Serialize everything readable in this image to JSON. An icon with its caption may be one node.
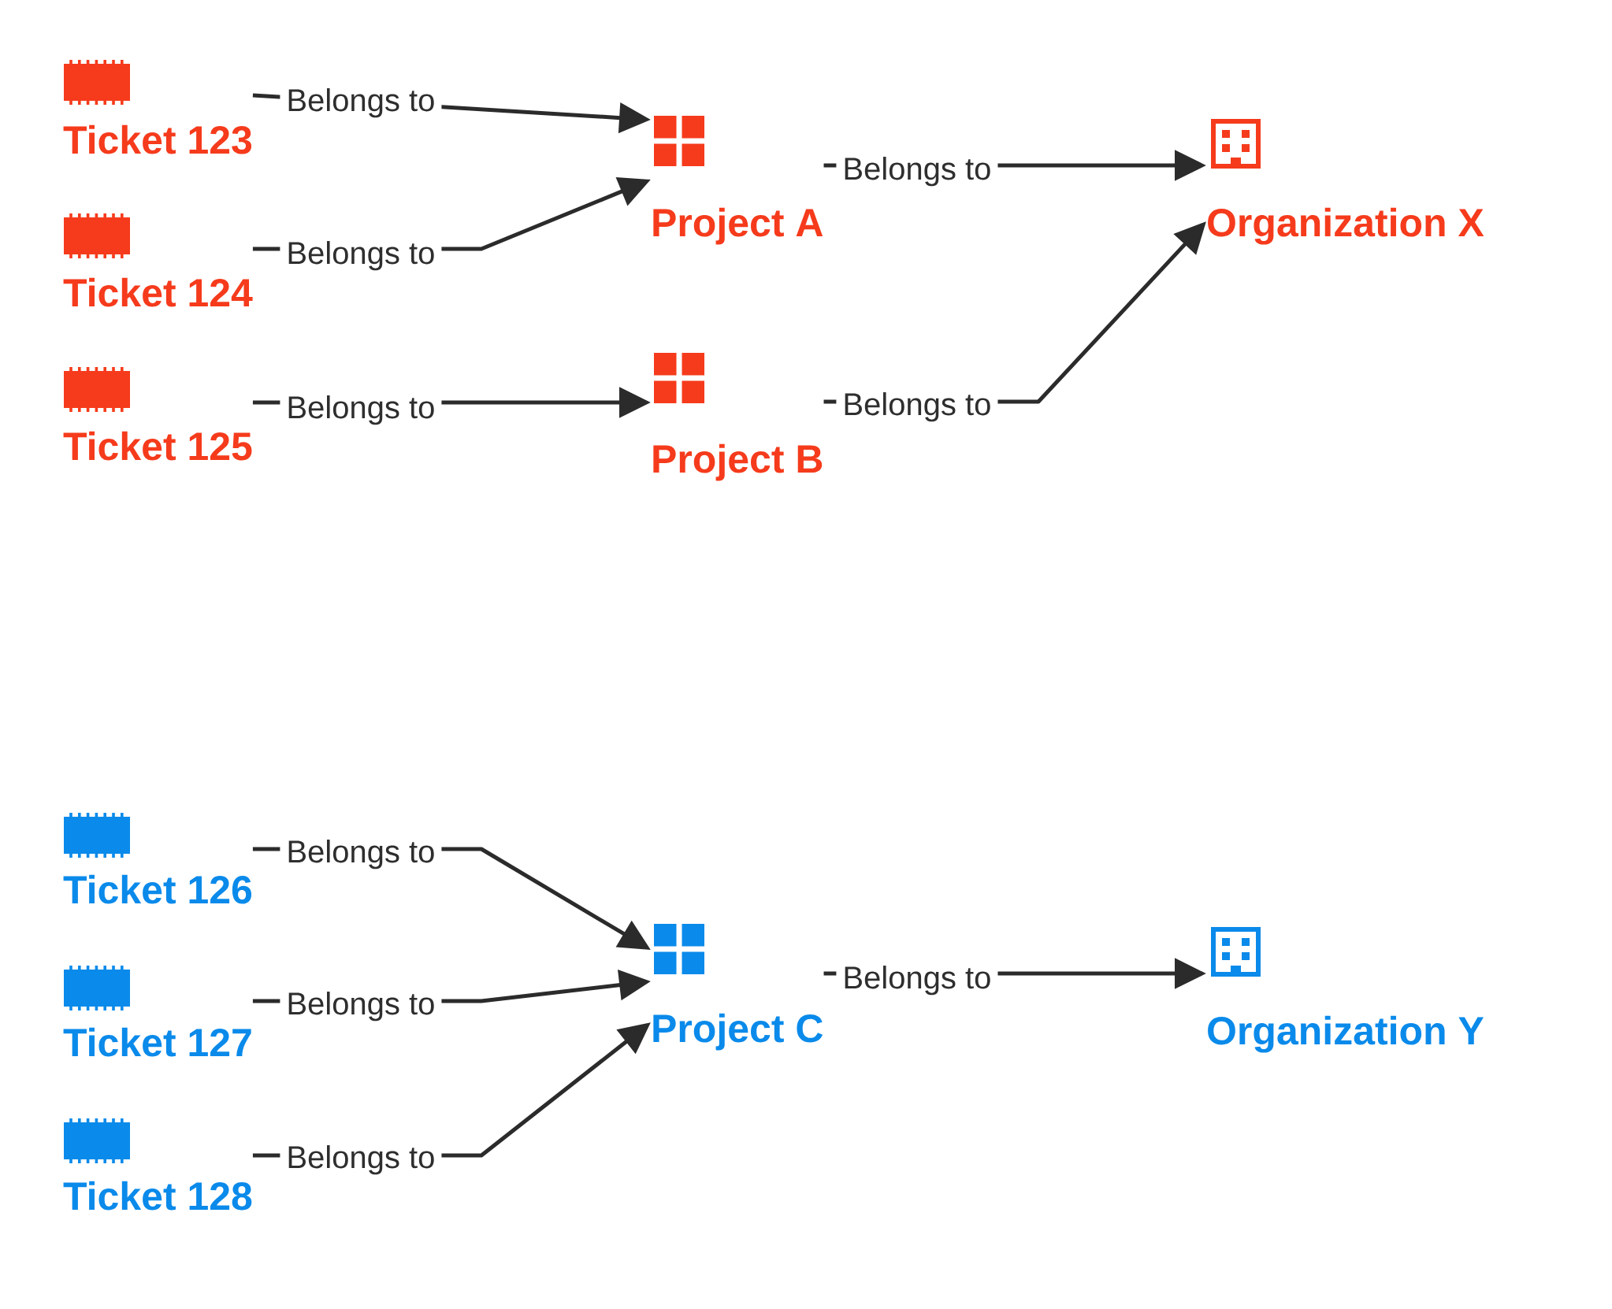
{
  "diagram": {
    "nodes": [
      {
        "text": [
          "Ticket 123"
        ]
      },
      {
        "text": [
          "Ticket 124"
        ]
      },
      {
        "text": [
          "Ticket 125"
        ]
      },
      {
        "text": [
          "Project A"
        ]
      },
      {
        "text": [
          "Project B"
        ]
      },
      {
        "text": [
          "Organization X"
        ]
      },
      {
        "text": [
          "Ticket 126"
        ]
      },
      {
        "text": [
          "Ticket 127"
        ]
      },
      {
        "text": [
          "Ticket 128"
        ]
      },
      {
        "text": [
          "Project C"
        ]
      },
      {
        "text": [
          "Organization Y"
        ]
      }
    ],
    "edges": [
      {
        "from": 0,
        "to": 3,
        "arrow": "to",
        "label": "Belongs to"
      },
      {
        "from": 1,
        "to": 3,
        "arrow": "to",
        "label": "Belongs to"
      },
      {
        "from": 2,
        "to": 4,
        "arrow": "to",
        "label": "Belongs to"
      },
      {
        "from": 3,
        "to": 5,
        "arrow": "to",
        "label": "Belongs to"
      },
      {
        "from": 4,
        "to": 5,
        "arrow": "to",
        "label": "Belongs to"
      },
      {
        "from": 6,
        "to": 9,
        "arrow": "to",
        "label": "Belongs to"
      },
      {
        "from": 7,
        "to": 9,
        "arrow": "to",
        "label": "Belongs to"
      },
      {
        "from": 8,
        "to": 9,
        "arrow": "to",
        "label": "Belongs to"
      },
      {
        "from": 9,
        "to": 10,
        "arrow": "to",
        "label": "Belongs to"
      }
    ]
  }
}
